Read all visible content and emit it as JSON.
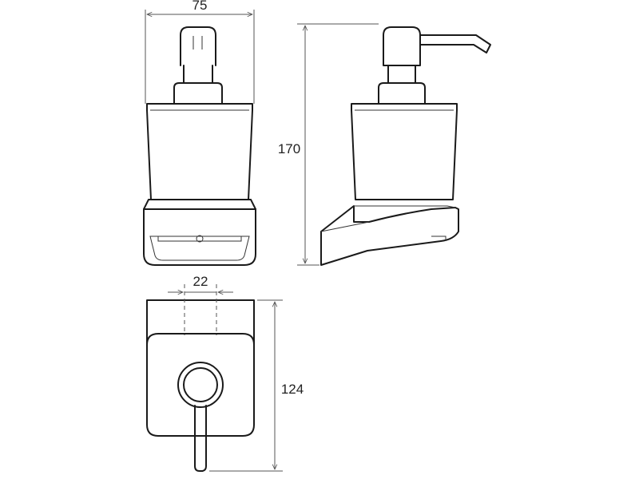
{
  "drawing": {
    "dimensions": {
      "width": "75",
      "height": "170",
      "depth": "124",
      "hole_spacing": "22"
    }
  }
}
